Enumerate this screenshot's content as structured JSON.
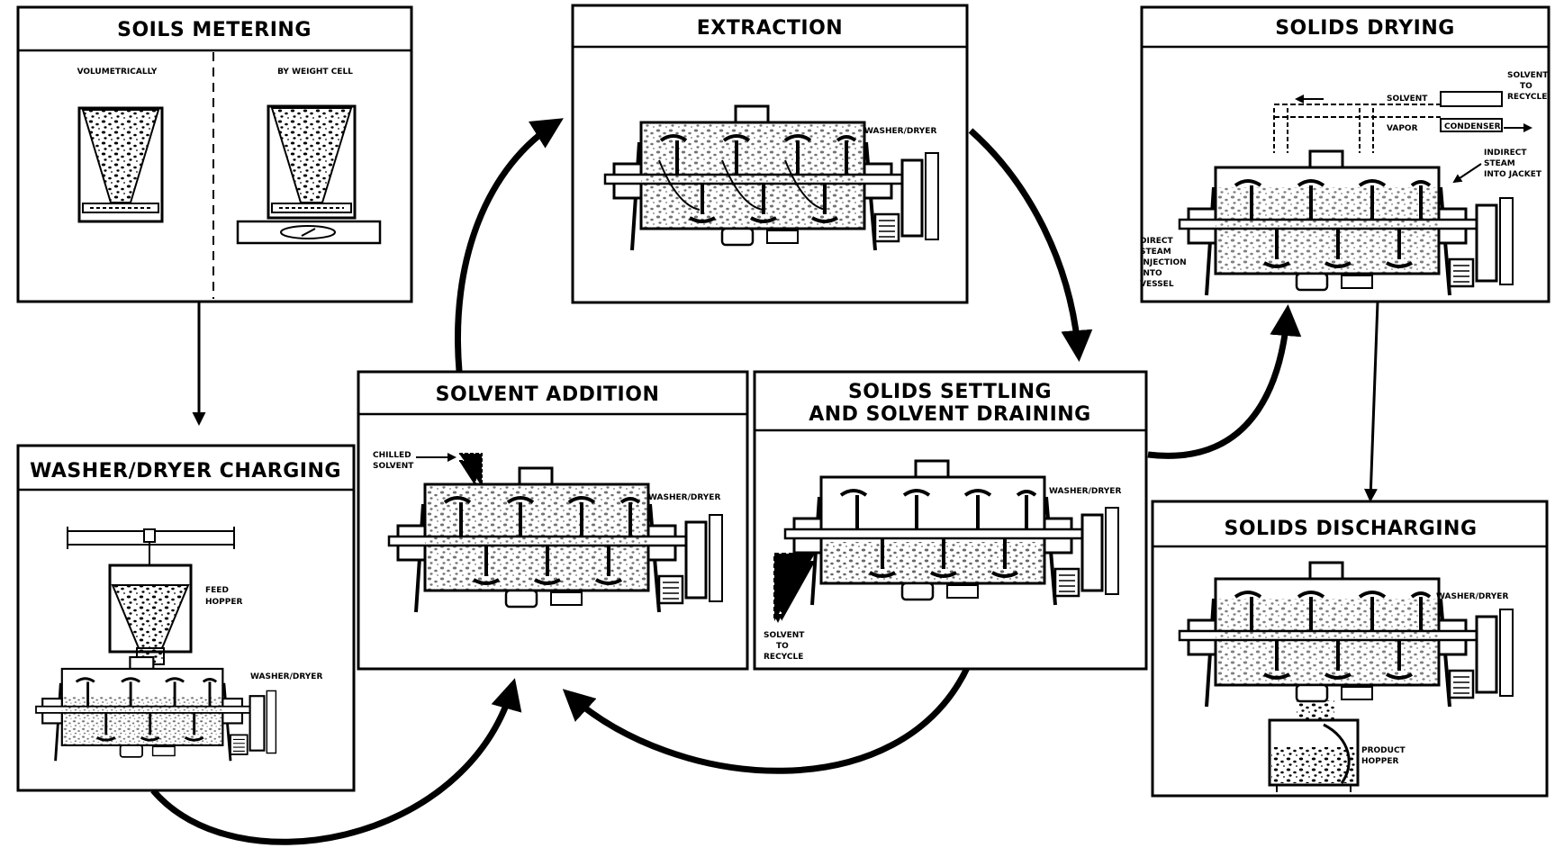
{
  "panels": {
    "soils_metering": {
      "title": "SOILS METERING",
      "volumetrically": "VOLUMETRICALLY",
      "by_weight_cell": "BY WEIGHT CELL"
    },
    "extraction": {
      "title": "EXTRACTION",
      "washer_dryer": "WASHER/DRYER"
    },
    "solids_drying": {
      "title": "SOLIDS DRYING",
      "solvent": "SOLVENT",
      "vapor": "VAPOR",
      "condenser": "CONDENSER",
      "solvent_to_recycle": [
        "SOLVENT",
        "TO",
        "RECYCLE"
      ],
      "indirect_steam": [
        "INDIRECT",
        "STEAM",
        "INTO JACKET"
      ],
      "direct_steam": [
        "DIRECT",
        "STEAM",
        "INJECTION",
        "INTO",
        "VESSEL"
      ]
    },
    "washer_dryer_charging": {
      "title": "WASHER/DRYER CHARGING",
      "feed_hopper": [
        "FEED",
        "HOPPER"
      ],
      "washer_dryer": "WASHER/DRYER"
    },
    "solvent_addition": {
      "title": "SOLVENT ADDITION",
      "chilled_solvent": [
        "CHILLED",
        "SOLVENT"
      ],
      "washer_dryer": "WASHER/DRYER"
    },
    "solids_settling": {
      "title_line1": "SOLIDS SETTLING",
      "title_line2": "AND SOLVENT DRAINING",
      "washer_dryer": "WASHER/DRYER",
      "solvent_to_recycle": [
        "SOLVENT",
        "TO",
        "RECYCLE"
      ]
    },
    "solids_discharging": {
      "title": "SOLIDS DISCHARGING",
      "washer_dryer": "WASHER/DRYER",
      "product_hopper": [
        "PRODUCT",
        "HOPPER"
      ]
    }
  }
}
